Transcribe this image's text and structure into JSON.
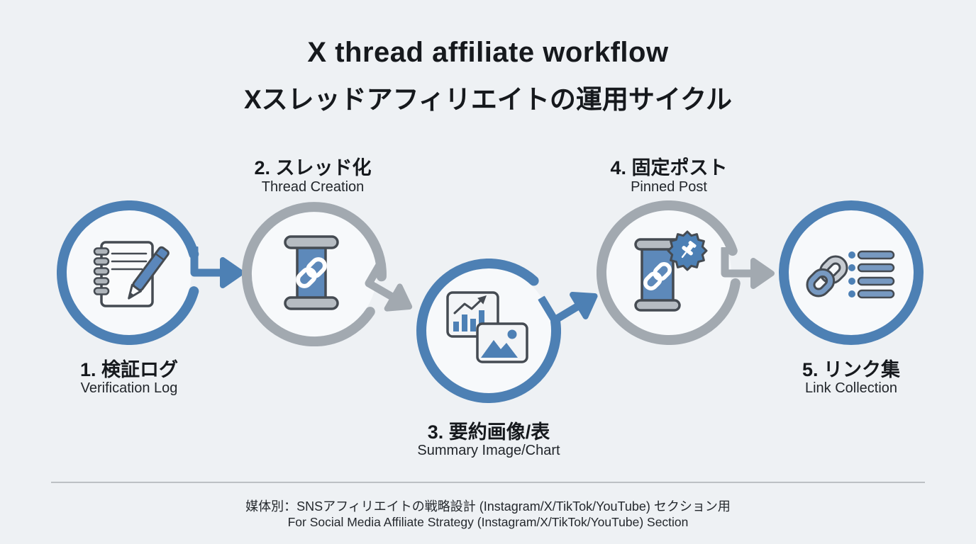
{
  "title": "X thread affiliate workflow",
  "subtitle": "Xスレッドアフィリエイトの運用サイクル",
  "steps": [
    {
      "label": "1. 検証ログ",
      "sublabel": "Verification Log",
      "icon": "notebook-pen-icon",
      "ring_color": "#4d80b4",
      "label_position": "below"
    },
    {
      "label": "2. スレッド化",
      "sublabel": "Thread Creation",
      "icon": "thread-spool-link-icon",
      "ring_color": "#a2a9b0",
      "label_position": "above"
    },
    {
      "label": "3. 要約画像/表",
      "sublabel": "Summary Image/Chart",
      "icon": "summary-chart-image-icon",
      "ring_color": "#4d80b4",
      "label_position": "below"
    },
    {
      "label": "4. 固定ポスト",
      "sublabel": "Pinned Post",
      "icon": "pinned-spool-icon",
      "ring_color": "#a2a9b0",
      "label_position": "above"
    },
    {
      "label": "5. リンク集",
      "sublabel": "Link Collection",
      "icon": "link-collection-icon",
      "ring_color": "#4d80b4",
      "label_position": "below"
    }
  ],
  "arrows": [
    {
      "from": 1,
      "to": 2,
      "color": "#4d80b4"
    },
    {
      "from": 2,
      "to": 3,
      "color": "#a2a9b0"
    },
    {
      "from": 3,
      "to": 4,
      "color": "#4d80b4"
    },
    {
      "from": 4,
      "to": 5,
      "color": "#a2a9b0"
    }
  ],
  "footer": {
    "line1": "媒体別：SNSアフィリエイトの戦略設計 (Instagram/X/TikTok/YouTube) セクション用",
    "line2": "For Social Media Affiliate Strategy (Instagram/X/TikTok/YouTube) Section"
  },
  "colors": {
    "background": "#eef1f4",
    "accent_blue": "#4d80b4",
    "neutral_gray": "#a2a9b0",
    "icon_outline": "#454b52",
    "text": "#16191d"
  }
}
